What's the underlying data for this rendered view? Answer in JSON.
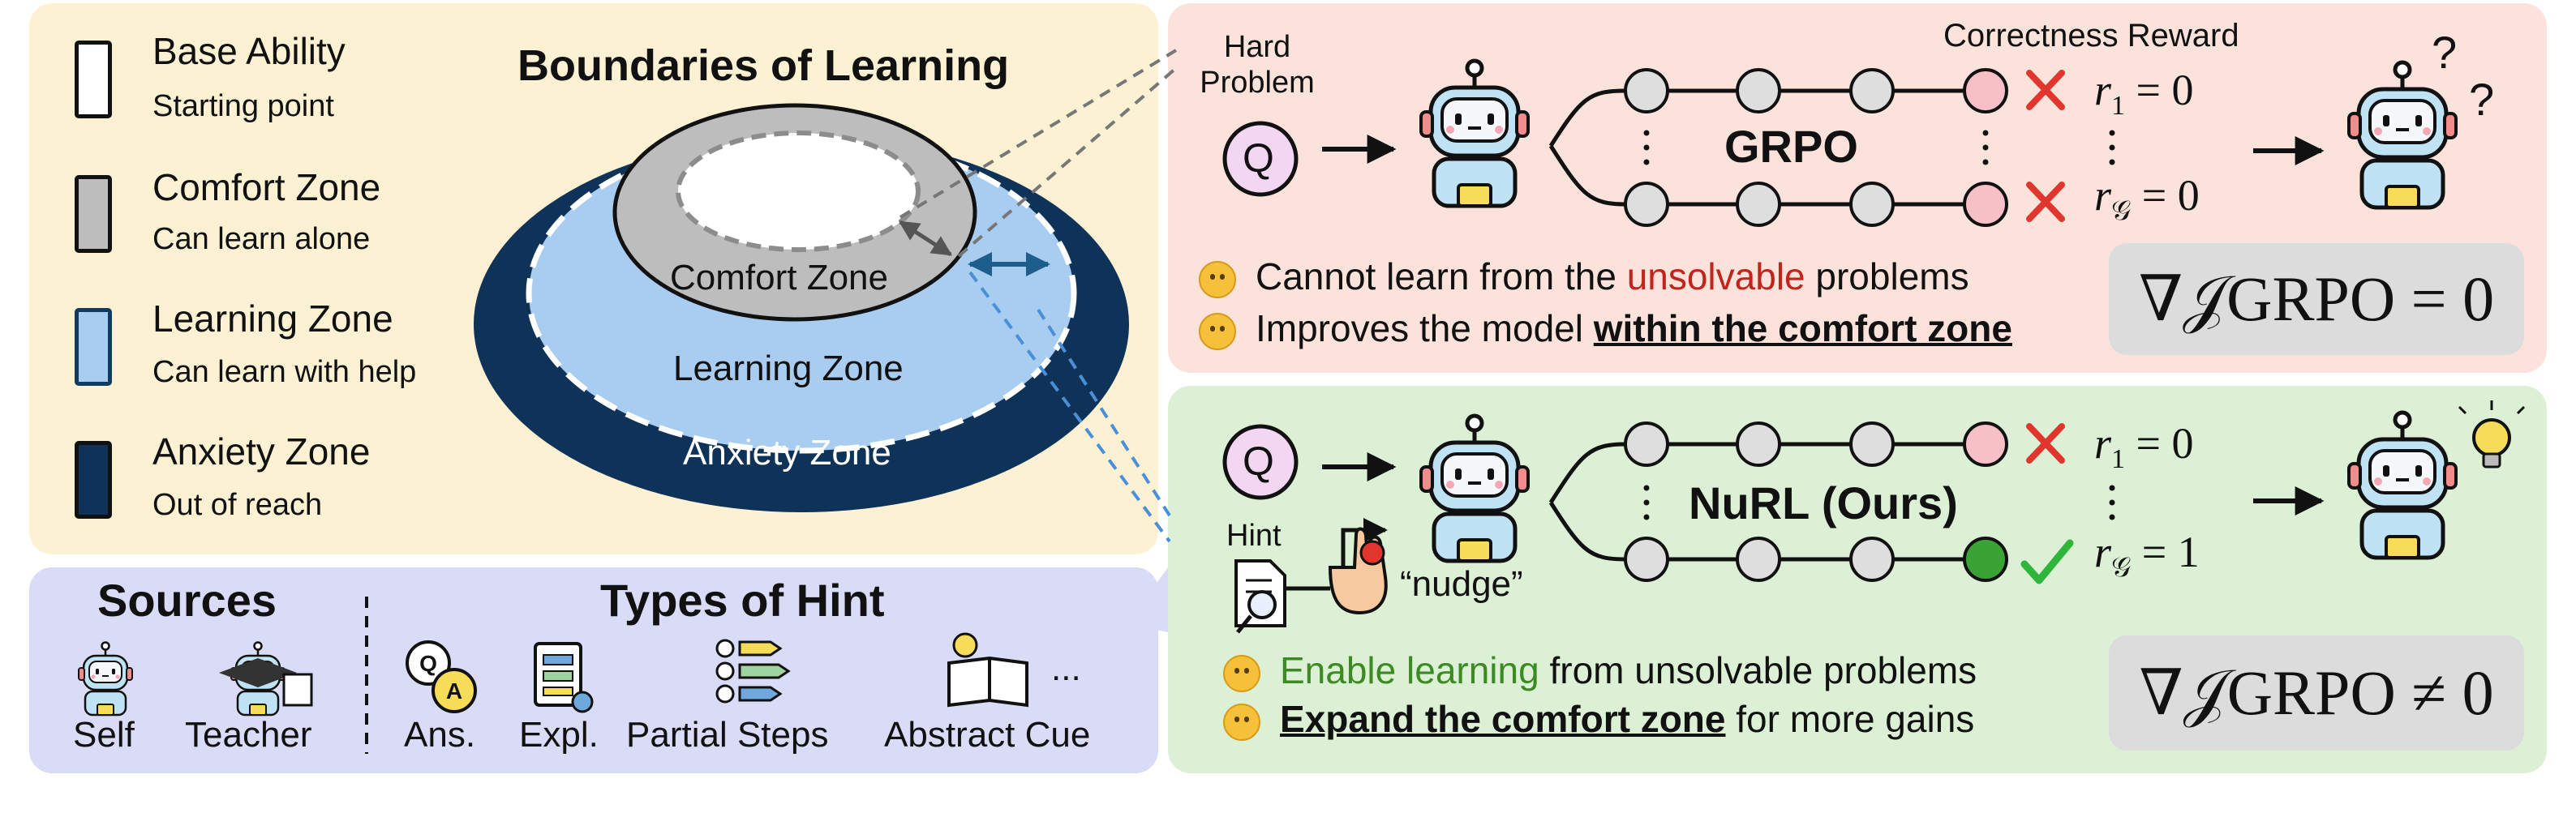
{
  "legend": {
    "items": [
      {
        "title": "Base Ability",
        "subtitle": "Starting point",
        "color": "#ffffff"
      },
      {
        "title": "Comfort Zone",
        "subtitle": "Can learn alone",
        "color": "#bdbdbd"
      },
      {
        "title": "Learning Zone",
        "subtitle": "Can learn with help",
        "color": "#a9cdf0"
      },
      {
        "title": "Anxiety Zone",
        "subtitle": "Out of reach",
        "color": "#0f3358"
      }
    ]
  },
  "diagram": {
    "title": "Boundaries of Learning",
    "comfort_label": "Comfort Zone",
    "learning_label": "Learning Zone",
    "anxiety_label": "Anxiety Zone"
  },
  "hints": {
    "sources_title": "Sources",
    "sources": [
      "Self",
      "Teacher"
    ],
    "types_title": "Types of Hint",
    "types": [
      "Ans.",
      "Expl.",
      "Partial Steps",
      "Abstract Cue"
    ],
    "more": "..."
  },
  "grpo": {
    "hard_problem": "Hard Problem",
    "correctness_reward": "Correctness Reward",
    "method": "GRPO",
    "q_label": "Q",
    "r_top": "r",
    "r_top_sub": "1",
    "r_top_val": "= 0",
    "r_bot": "r",
    "r_bot_sub": "𝒢",
    "r_bot_val": "= 0",
    "line1_pre": "Cannot learn from the ",
    "line1_highlight": "unsolvable",
    "line1_post": " problems",
    "line2_pre": "Improves the model ",
    "line2_bold": "within the comfort zone",
    "gradient": "∇𝒥GRPO = 0",
    "highlight_color": "#c0241d"
  },
  "nurl": {
    "q_label": "Q",
    "hint_label": "Hint",
    "nudge_label": "“nudge”",
    "method": "NuRL (Ours)",
    "r_top": "r",
    "r_top_sub": "1",
    "r_top_val": "= 0",
    "r_bot": "r",
    "r_bot_sub": "𝒢",
    "r_bot_val": "= 1",
    "line1_highlight": "Enable learning",
    "line1_post": " from unsolvable problems",
    "line2_bold": "Expand the comfort zone",
    "line2_post": " for more gains",
    "gradient": "∇𝒥GRPO ≠ 0",
    "highlight_color": "#3b8a22"
  },
  "colors": {
    "legend_bg": "#fdf1d4",
    "hint_bg": "#d9dbf7",
    "grpo_bg": "#fbe3dc",
    "nurl_bg": "#dcf0d5",
    "node_gray": "#dedede",
    "node_pink": "#f6c0c6",
    "node_green": "#3aa335",
    "cross_red": "#e0362d",
    "check_green": "#2fb53a",
    "anxiety": "#0f3358",
    "learning": "#a9cdf0",
    "comfort": "#bdbdbd"
  },
  "icons": [
    "robot-icon",
    "question-circle-icon",
    "document-hint-icon",
    "pointing-hand-icon",
    "cross-icon",
    "check-icon",
    "question-mark-icon",
    "lightbulb-icon",
    "qa-bubble-icon",
    "explanation-doc-icon",
    "steps-list-icon",
    "book-lightbulb-icon",
    "teacher-robot-icon",
    "slightly-frowning-emoji-icon",
    "smiling-emoji-icon"
  ]
}
